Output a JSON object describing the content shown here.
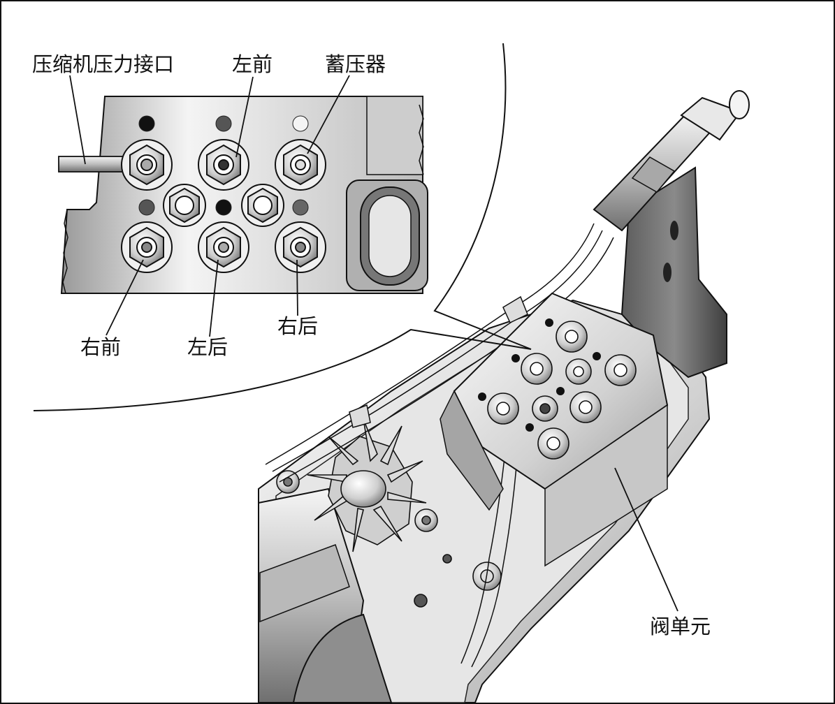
{
  "labels": {
    "compressor_port": "压缩机压力接口",
    "front_left": "左前",
    "accumulator": "蓄压器",
    "front_right": "右前",
    "rear_left": "左后",
    "rear_right": "右后",
    "valve_unit": "阀单元"
  },
  "colors": {
    "outline": "#111111",
    "metal_light": "#f2f2f2",
    "metal_mid": "#c9c9c9",
    "metal_dark": "#8c8c8c",
    "background": "#ffffff"
  }
}
